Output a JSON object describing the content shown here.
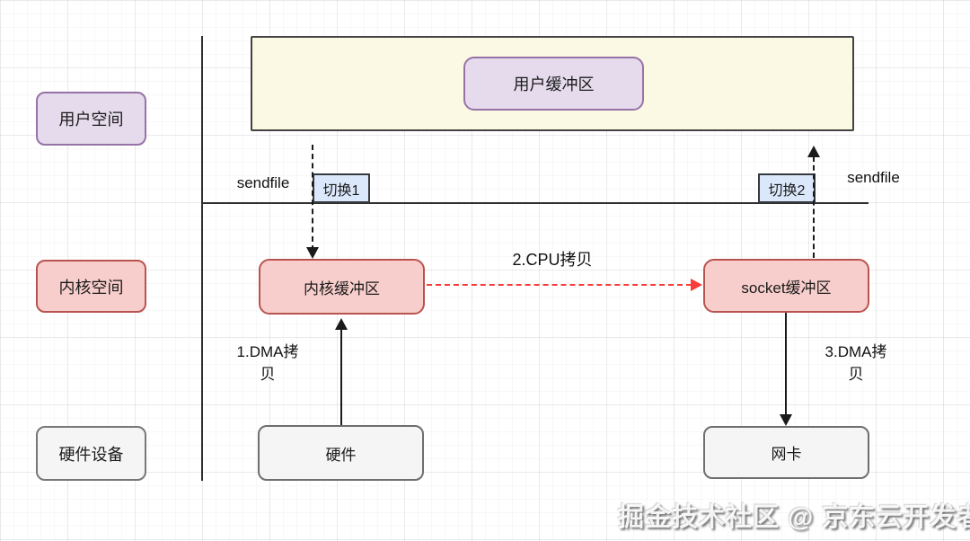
{
  "diagram": {
    "type": "flow-diagram",
    "topic": "sendfile zero-copy data flow",
    "regions": {
      "user_space": {
        "label": "用户空间"
      },
      "kernel_space": {
        "label": "内核空间"
      },
      "hardware_device": {
        "label": "硬件设备"
      }
    },
    "nodes": {
      "user_buffer": {
        "label": "用户缓冲区"
      },
      "kernel_buffer": {
        "label": "内核缓冲区"
      },
      "socket_buffer": {
        "label": "socket缓冲区"
      },
      "hardware": {
        "label": "硬件"
      },
      "nic": {
        "label": "网卡"
      }
    },
    "labels": {
      "sendfile_left": "sendfile",
      "sendfile_right": "sendfile",
      "switch_1": "切换1",
      "switch_2": "切换2",
      "dma_copy_1": "1.DMA拷贝",
      "cpu_copy_2": "2.CPU拷贝",
      "dma_copy_3": "3.DMA拷贝"
    },
    "edges": [
      {
        "from": "user-space-boundary",
        "to": "kernel_buffer",
        "style": "dashed-black",
        "note": "切换1"
      },
      {
        "from": "kernel_buffer",
        "to": "socket_buffer",
        "style": "dashed-red",
        "note": "2.CPU拷贝"
      },
      {
        "from": "hardware",
        "to": "kernel_buffer",
        "style": "solid-black",
        "note": "1.DMA拷贝"
      },
      {
        "from": "socket_buffer",
        "to": "nic",
        "style": "solid-black",
        "note": "3.DMA拷贝"
      },
      {
        "from": "socket_buffer",
        "to": "user-space-boundary",
        "style": "dashed-black",
        "note": "切换2"
      }
    ],
    "colors": {
      "purple_fill": "#e5dbed",
      "purple_border": "#9673a6",
      "pink_fill": "#f8cecc",
      "pink_border": "#b85450",
      "blue_fill": "#dbe8fb",
      "beige_fill": "#fbf8e4",
      "gray_fill": "#f5f5f5",
      "red_arrow": "#f93b3b"
    },
    "watermark": "掘金技术社区 @ 京东云开发者"
  }
}
